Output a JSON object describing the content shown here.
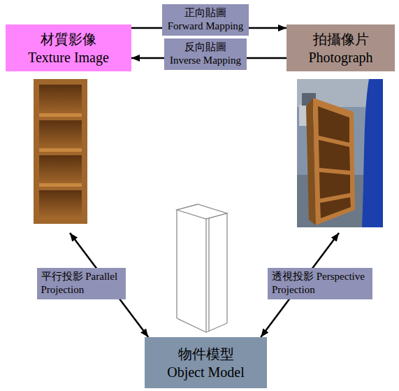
{
  "diagram": {
    "nodes": [
      {
        "text": [
          "材質影像",
          "Texture Image"
        ]
      },
      {
        "text": [
          "拍攝像片",
          "Photograph"
        ]
      },
      {
        "text": [
          "物件模型",
          "Object Model"
        ]
      }
    ],
    "edges": [
      {
        "from": 0,
        "to": 1,
        "arrow": "to",
        "label": "正向貼圖 Forward Mapping"
      },
      {
        "from": 1,
        "to": 0,
        "arrow": "to",
        "label": "反向貼圖 Inverse Mapping"
      },
      {
        "from": 0,
        "to": 2,
        "arrow": "both",
        "label": "平行投影 Parallel Projection"
      },
      {
        "from": 2,
        "to": 1,
        "arrow": "both",
        "label": "透視投影 Perspective Projection"
      }
    ]
  }
}
